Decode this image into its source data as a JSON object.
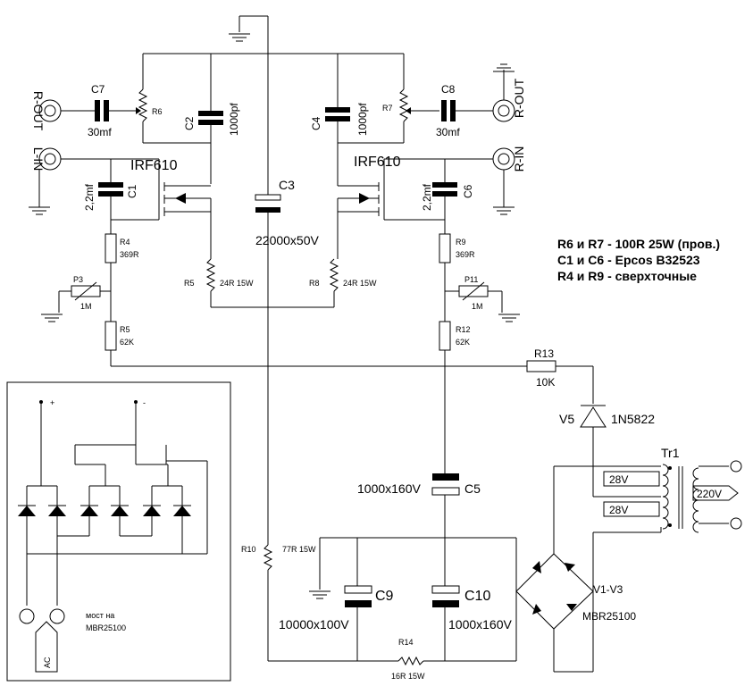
{
  "title": "",
  "labels": {
    "r_out_left": "R-OUT",
    "r_out_right": "R-OUT",
    "l_in": "L-IN",
    "r_in": "R-IN",
    "plus": "+",
    "minus": "-",
    "ac": "AC"
  },
  "components": {
    "c7": {
      "ref": "C7",
      "value": "30mf"
    },
    "c8": {
      "ref": "C8",
      "value": "30mf"
    },
    "r6": {
      "ref": "R6"
    },
    "r7": {
      "ref": "R7"
    },
    "c2": {
      "ref": "C2",
      "value": "1000pf"
    },
    "c4": {
      "ref": "C4",
      "value": "1000pf"
    },
    "q_left": {
      "ref": "IRF610"
    },
    "q_right": {
      "ref": "IRF610"
    },
    "c1": {
      "ref": "C1",
      "value": "2,2mf"
    },
    "c6": {
      "ref": "C6",
      "value": "2,2mf"
    },
    "c3": {
      "ref": "C3",
      "value": "22000x50V"
    },
    "r4": {
      "ref": "R4",
      "value": "369R"
    },
    "r9": {
      "ref": "R9",
      "value": "369R"
    },
    "r5_src": {
      "ref": "R5",
      "value": "24R 15W"
    },
    "r8": {
      "ref": "R8",
      "value": "24R 15W"
    },
    "p3": {
      "ref": "P3",
      "value": "1M"
    },
    "p11": {
      "ref": "P11",
      "value": "1M"
    },
    "r5": {
      "ref": "R5",
      "value": "62K"
    },
    "r12": {
      "ref": "R12",
      "value": "62K"
    },
    "r13": {
      "ref": "R13",
      "value": "10K"
    },
    "v5": {
      "ref": "V5",
      "value": "1N5822"
    },
    "tr1": {
      "ref": "Tr1",
      "sec1": "28V",
      "sec2": "28V",
      "prim": "220V"
    },
    "c5": {
      "ref": "C5",
      "value": "1000x160V"
    },
    "r10": {
      "ref": "R10",
      "value": "77R 15W"
    },
    "c9": {
      "ref": "C9",
      "value": "10000x100V"
    },
    "c10": {
      "ref": "C10",
      "value": "1000x160V"
    },
    "bridge": {
      "ref": "V1-V3",
      "value": "MBR25100"
    },
    "r14": {
      "ref": "R14",
      "value": "16R 15W"
    }
  },
  "notes": [
    "R6 и R7 - 100R 25W (пров.)",
    "C1 и C6 - Epcos B32523",
    "R4 и R9 - сверхточные"
  ],
  "inset": {
    "caption_line1": "мост на",
    "caption_line2": "MBR25100"
  }
}
